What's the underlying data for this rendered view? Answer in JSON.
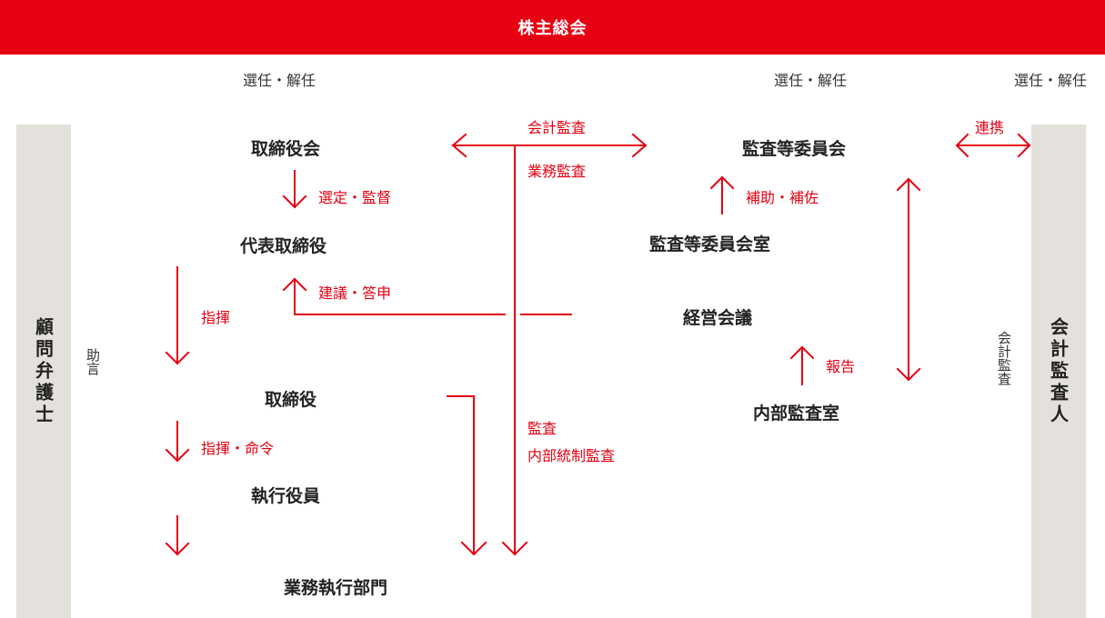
{
  "header": {
    "title": "株主総会"
  },
  "election_labels": [
    "選任・解任",
    "選任・解任",
    "選任・解任"
  ],
  "sidebars": {
    "left": "顧問弁護士",
    "right": "会計監査人"
  },
  "side_labels": {
    "advice": "助言",
    "accounting_audit": "会計監査"
  },
  "nodes": {
    "board": "取締役会",
    "president": "代表取締役",
    "directors": "取締役",
    "executive_officers": "執行役員",
    "business_divisions": "業務執行部門",
    "audit_committee": "監査等委員会",
    "audit_committee_office": "監査等委員会室",
    "management_meeting": "経営会議",
    "internal_audit_office": "内部監査室"
  },
  "relations": {
    "accounting_audit": "会計監査",
    "business_audit": "業務監査",
    "appoint_supervise": "選定・監督",
    "assist": "補助・補佐",
    "coordination": "連携",
    "command": "指揮",
    "proposal_report": "建議・答申",
    "report": "報告",
    "audit": "監査",
    "internal_control_audit": "内部統制監査",
    "command_order": "指揮・命令"
  },
  "colors": {
    "accent": "#e60012",
    "sidebar": "#e4e0dc",
    "text": "#222222"
  }
}
